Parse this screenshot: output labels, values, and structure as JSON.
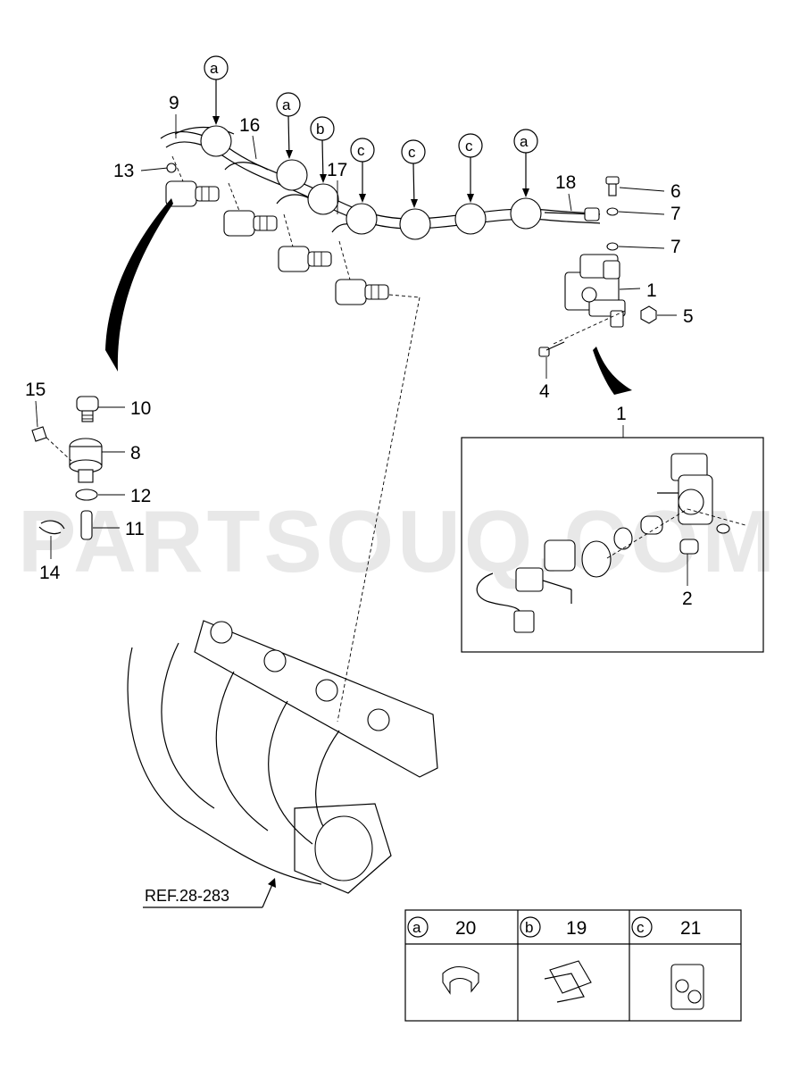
{
  "watermark": "PARTSOUQ.COM",
  "callouts": {
    "c1": "1",
    "c1b": "1",
    "c2": "2",
    "c4": "4",
    "c5": "5",
    "c6": "6",
    "c7a": "7",
    "c7b": "7",
    "c8": "8",
    "c9": "9",
    "c10": "10",
    "c11": "11",
    "c12": "12",
    "c13": "13",
    "c14": "14",
    "c15": "15",
    "c16": "16",
    "c17": "17",
    "c18": "18"
  },
  "clip_markers": {
    "m1": "a",
    "m2": "a",
    "m3": "b",
    "m4": "c",
    "m5": "c",
    "m6": "c",
    "m7": "a"
  },
  "reference": "REF.28-283",
  "legend": [
    {
      "letter": "a",
      "part": "20"
    },
    {
      "letter": "b",
      "part": "19"
    },
    {
      "letter": "c",
      "part": "21"
    }
  ]
}
